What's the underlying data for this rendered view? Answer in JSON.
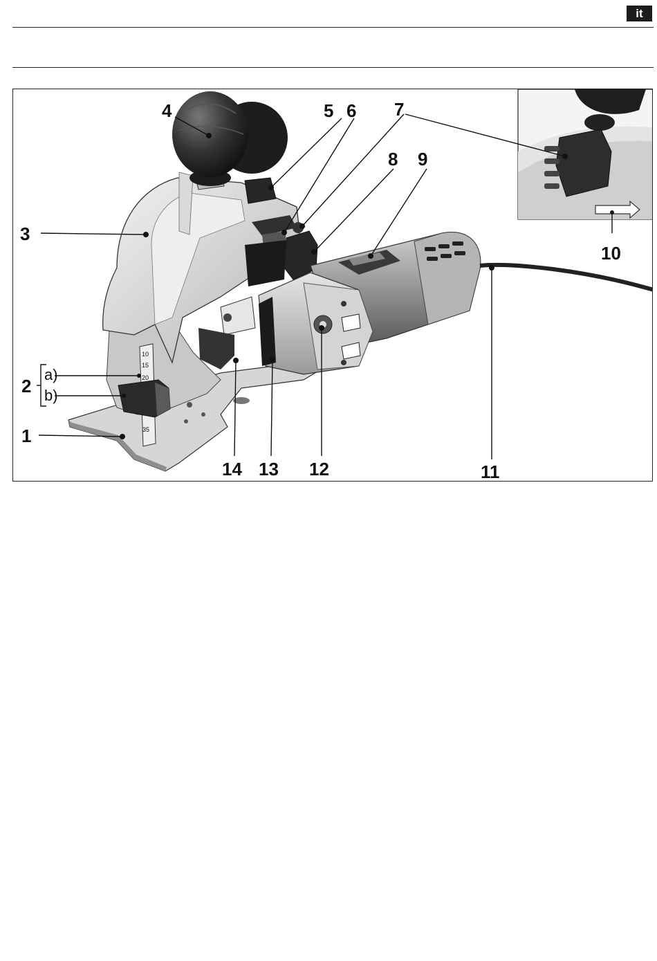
{
  "header": {
    "language_badge": "it"
  },
  "figure": {
    "callouts": {
      "c1": "1",
      "c2": "2",
      "c2a": "a)",
      "c2b": "b)",
      "c3": "3",
      "c4": "4",
      "c5": "5",
      "c6": "6",
      "c7": "7",
      "c8": "8",
      "c9": "9",
      "c10": "10",
      "c11": "11",
      "c12": "12",
      "c13": "13",
      "c14": "14"
    },
    "scale_marks": [
      "10",
      "15",
      "20",
      "35"
    ]
  }
}
